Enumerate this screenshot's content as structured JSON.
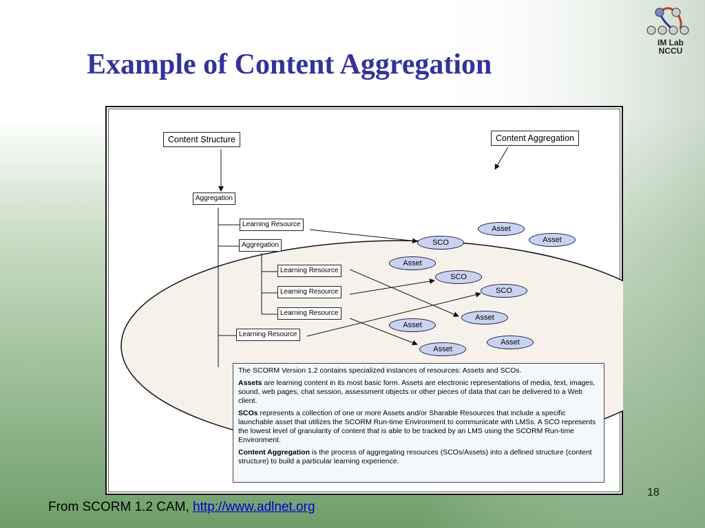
{
  "slide": {
    "title": "Example of Content Aggregation",
    "page_number": "18",
    "logo_line1": "IM Lab",
    "logo_line2": "NCCU"
  },
  "diagram": {
    "labels": {
      "content_structure": "Content Structure",
      "content_aggregation": "Content Aggregation",
      "aggregation_root": "Aggregation",
      "lr1": "Learning Resource",
      "aggregation_child": "Aggregation",
      "lr2": "Learning Resource",
      "lr3": "Learning Resource",
      "lr4": "Learning Resource",
      "lr5": "Learning Resource"
    },
    "nodes": {
      "sco1": "SCO",
      "sco2": "SCO",
      "sco3": "SCO",
      "asset1": "Asset",
      "asset2": "Asset",
      "asset3": "Asset",
      "asset4": "Asset",
      "asset5": "Asset",
      "asset6": "Asset",
      "asset7": "Asset"
    }
  },
  "description": {
    "intro": "The SCORM Version 1.2 contains specialized instances of resources: Assets and SCOs.",
    "assets_term": "Assets",
    "assets_text": " are learning content in its most basic form.  Assets are electronic representations of media, text, images, sound, web pages, chat session, assessment objects or other pieces of data that can be delivered to a Web client.",
    "scos_term": "SCOs",
    "scos_text": " represents a collection of one or more Assets and/or Sharable Resources that include a specific launchable asset that utilizes the SCORM Run-time Environment to communicate with LMSs.  A SCO represents the lowest level of granularity of content that is able to be tracked by an LMS using the SCORM Run-time Environment.",
    "ca_term": "Content Aggregation",
    "ca_text": " is the process of aggregating resources (SCOs/Assets) into a defined structure (content structure) to build a particular learning experience."
  },
  "footer": {
    "source_text": "From SCORM 1.2 CAM, ",
    "link_text": "http://www.adlnet.org"
  },
  "colors": {
    "title": "#33339a",
    "node_fill": "#c9d3f0",
    "ellipse_fill": "#f6f1ea",
    "link": "#0000cc"
  }
}
